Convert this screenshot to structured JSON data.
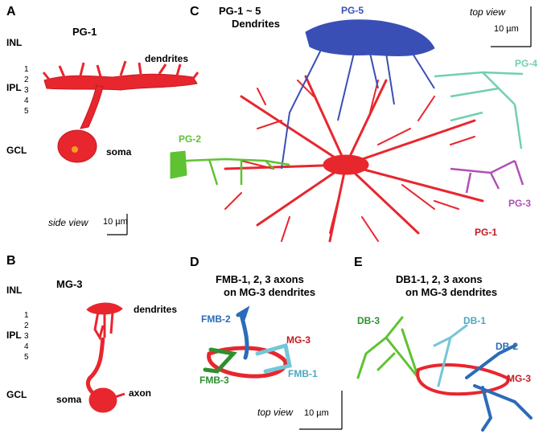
{
  "panels": {
    "a": {
      "letter": "A",
      "title": "PG-1",
      "layers": [
        "INL",
        "IPL",
        "GCL"
      ],
      "sublayers": [
        "1",
        "2",
        "3",
        "4",
        "5"
      ],
      "labels": {
        "dendrites": "dendrites",
        "soma": "soma"
      },
      "view": "side view",
      "scale": "10 µm"
    },
    "b": {
      "letter": "B",
      "title": "MG-3",
      "layers": [
        "INL",
        "IPL",
        "GCL"
      ],
      "sublayers": [
        "1",
        "2",
        "3",
        "4",
        "5"
      ],
      "labels": {
        "dendrites": "dendrites",
        "soma": "soma",
        "axon": "axon"
      }
    },
    "c": {
      "letter": "C",
      "title_line1": "PG-1 ~ 5",
      "title_line2": "Dendrites",
      "view": "top view",
      "scale": "10 µm",
      "cells": [
        "PG-5",
        "PG-4",
        "PG-2",
        "PG-3",
        "PG-1"
      ]
    },
    "d": {
      "letter": "D",
      "title_line1": "FMB-1, 2, 3 axons",
      "title_line2": "on MG-3 dendrites",
      "cells": [
        "FMB-2",
        "MG-3",
        "FMB-3",
        "FMB-1"
      ],
      "view": "top view",
      "scale": "10 µm"
    },
    "e": {
      "letter": "E",
      "title_line1": "DB1-1, 2, 3 axons",
      "title_line2": "on MG-3 dendrites",
      "cells": [
        "DB-3",
        "DB-1",
        "DB-2",
        "MG-3"
      ]
    }
  },
  "colors": {
    "red": "#e8262e",
    "blue": "#3a4fb5",
    "teal": "#6fd0b0",
    "green": "#5ec232",
    "purple": "#b04fb8",
    "lightblue": "#74c6d8",
    "darkblue": "#2b6cb8",
    "dkgreen": "#2f8f2f"
  }
}
